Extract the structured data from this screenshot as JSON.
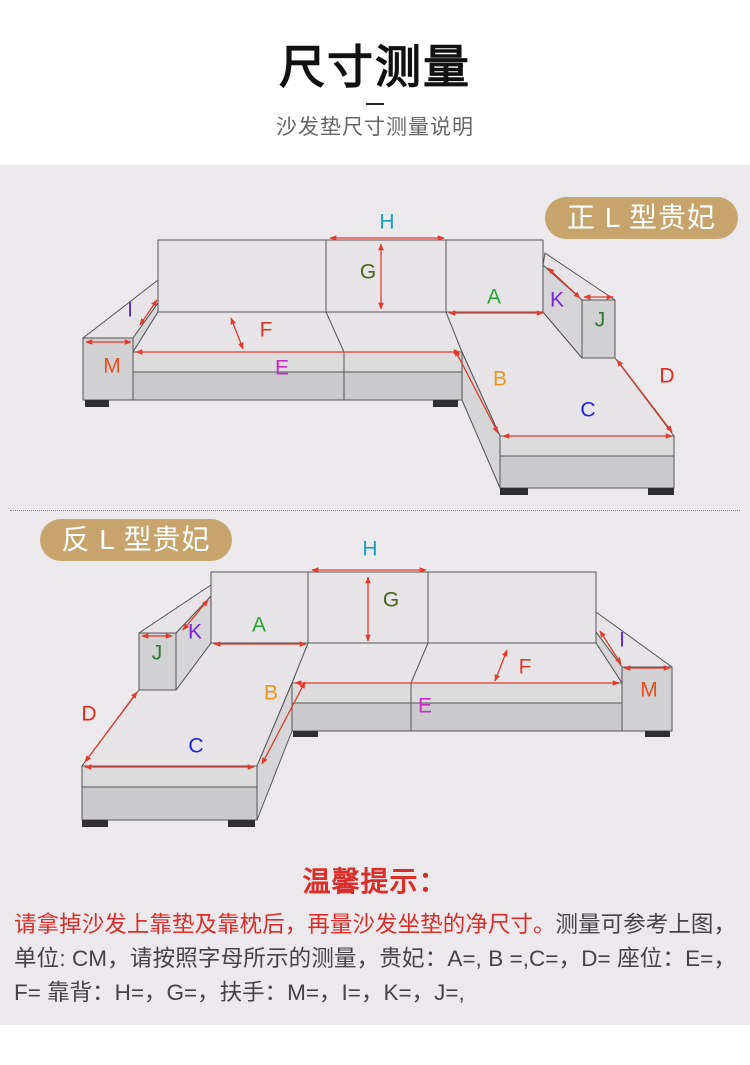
{
  "header": {
    "title": "尺寸测量",
    "subtitle": "沙发垫尺寸测量说明"
  },
  "diagrams": [
    {
      "badge": "正 L 型贵妃"
    },
    {
      "badge": "反 L 型贵妃"
    }
  ],
  "dimensions": {
    "A": {
      "letter": "A",
      "color": "#2aa336"
    },
    "B": {
      "letter": "B",
      "color": "#e9961f"
    },
    "C": {
      "letter": "C",
      "color": "#2323e6"
    },
    "D": {
      "letter": "D",
      "color": "#e02a1c"
    },
    "E": {
      "letter": "E",
      "color": "#c82bc4"
    },
    "F": {
      "letter": "F",
      "color": "#db3a2b"
    },
    "G": {
      "letter": "G",
      "color": "#4b6418"
    },
    "H": {
      "letter": "H",
      "color": "#19a2bd"
    },
    "I": {
      "letter": "I",
      "color": "#5b2bd1"
    },
    "J": {
      "letter": "J",
      "color": "#2c7a2e"
    },
    "K": {
      "letter": "K",
      "color": "#7d24d8"
    },
    "M": {
      "letter": "M",
      "color": "#e6501f"
    }
  },
  "tips": {
    "title": "温馨提示：",
    "highlight": "请拿掉沙发上靠垫及靠枕后，再量沙发坐垫的净尺寸。",
    "body": "测量可参考上图，单位: CM，请按照字母所示的测量，贵妃：A=, B =,C=，D= 座位：E=，F= 靠背：H=，G=，扶手：M=，I=，K=，J=,"
  },
  "colors": {
    "panel": "#ebe9ec",
    "badge": "#c6a46c",
    "arrow": "#e23b2c",
    "tips_title": "#d92e2a",
    "tips_highlight": "#d92e2a",
    "text": "#444444"
  }
}
